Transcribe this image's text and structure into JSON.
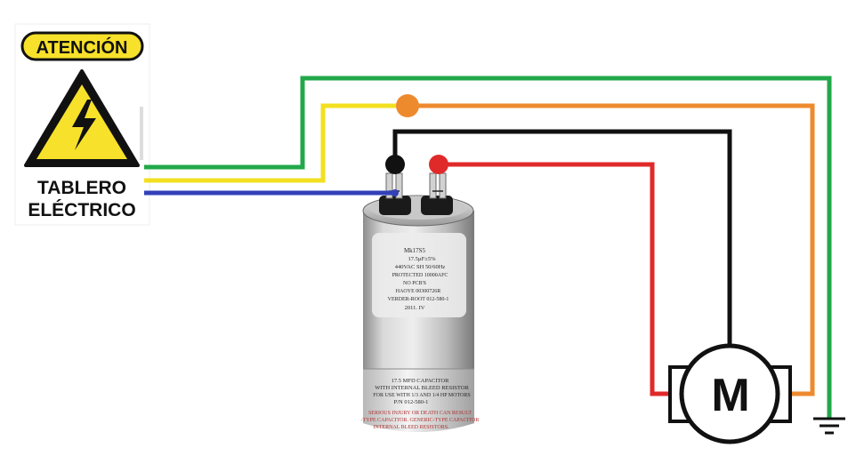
{
  "sign": {
    "banner": "ATENCIÓN",
    "line1": "TABLERO",
    "line2": "ELÉCTRICO"
  },
  "capacitor": {
    "label_lines": [
      "Mk17S5",
      "17.5µF±5%",
      "440VAC   SH   50/60Hz",
      "PROTECTED      10000AFC",
      "NO    PCB'S",
      "HAOYE         00300726R",
      "VERDER-ROOT   012-580-1",
      "2011. IV"
    ],
    "lower_lines": [
      "17.5 MFD CAPACITOR",
      "WITH INTERNAL BLEED RESISTOR",
      "FOR USE WITH 1/3 AND 1/4 HP MOTORS",
      "P/N 012-580-1"
    ],
    "warning_lines": [
      "SERIOUS INJURY OR DEATH CAN RESULT",
      "-TYPE CAPACITOR. GENERIC-TYPE CAPACITOR",
      "INTERNAL BLEED RESISTORS."
    ]
  },
  "motor": {
    "letter": "M"
  },
  "colors": {
    "green_wire": "#22a84a",
    "yellow_wire": "#f2e020",
    "blue_wire": "#3240b8",
    "orange_wire": "#ee8a2e",
    "black_wire": "#111111",
    "red_wire": "#e02a2a",
    "sign_yellow": "#f7e12a"
  },
  "icons": {
    "warning": "high-voltage-warning-icon",
    "ground": "ground-icon"
  }
}
